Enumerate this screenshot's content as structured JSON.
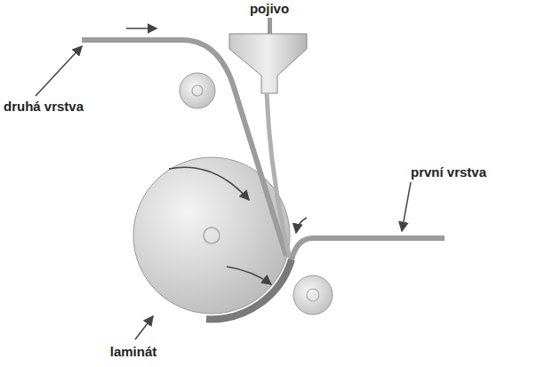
{
  "diagram": {
    "labels": [
      "pojivo",
      "druhá vrstva",
      "první vrstva",
      "laminát"
    ]
  }
}
